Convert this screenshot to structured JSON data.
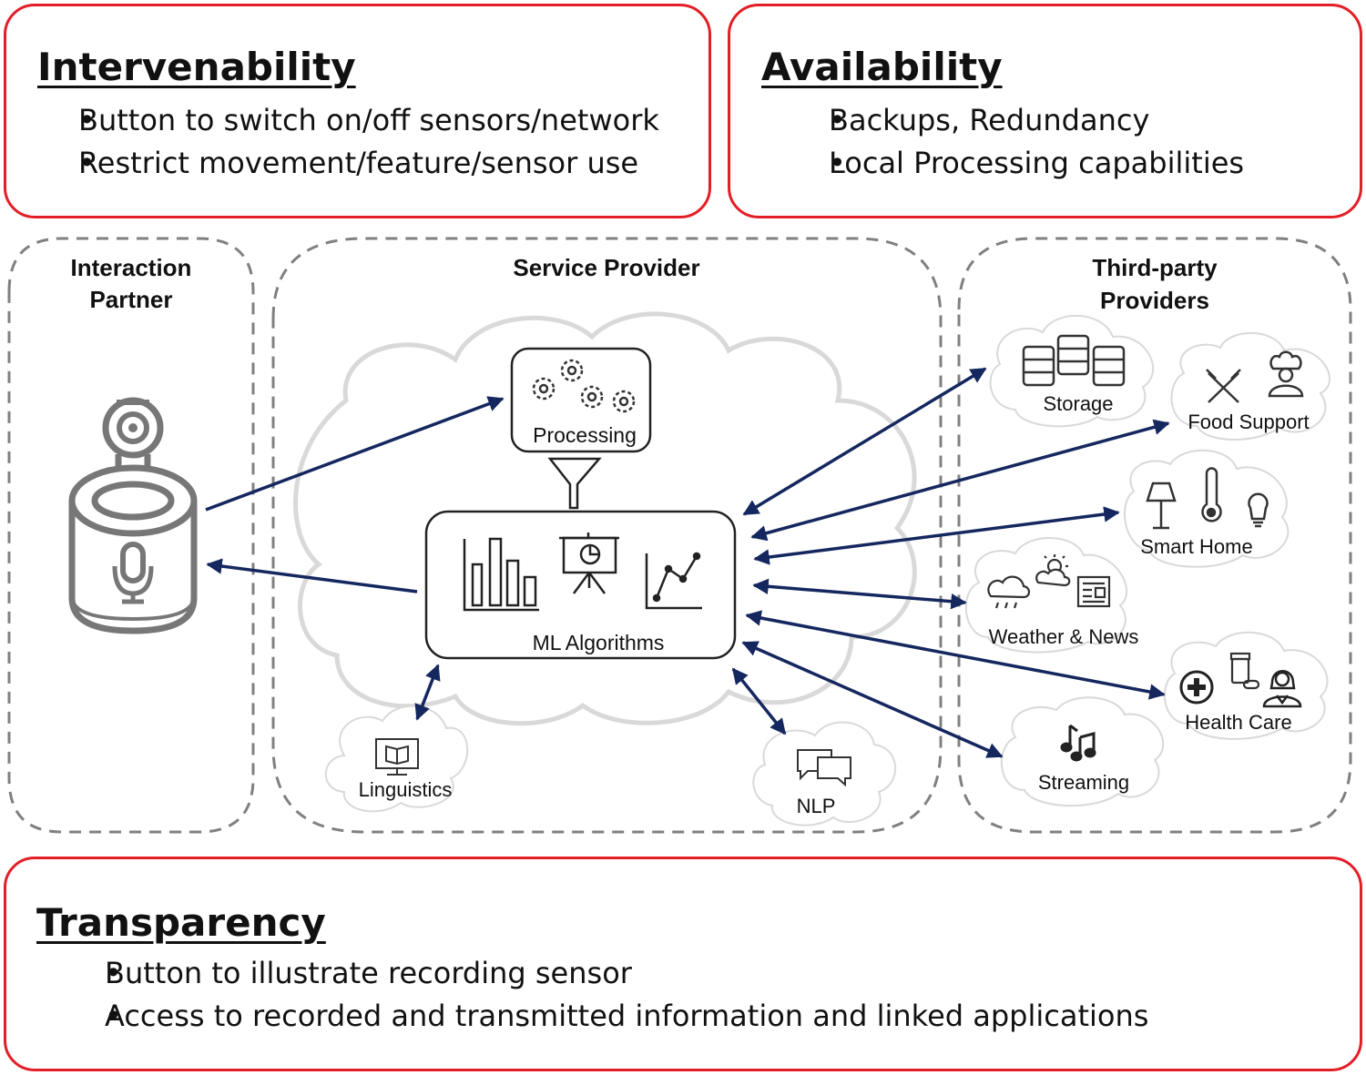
{
  "intervenability": {
    "title": "Intervenability",
    "items": [
      "Button to switch on/off sensors/network",
      "Restrict movement/feature/sensor use"
    ]
  },
  "availability": {
    "title": "Availability",
    "items": [
      "Backups, Redundancy",
      "Local Processing capabilities"
    ]
  },
  "transparency": {
    "title": "Transparency",
    "items": [
      "Button to illustrate recording sensor",
      "Access to recorded and transmitted information and linked applications"
    ]
  },
  "interaction_partner": {
    "title_line1": "Interaction",
    "title_line2": "Partner"
  },
  "service_provider": {
    "title": "Service Provider",
    "processing_label": "Processing",
    "ml_label": "ML Algorithms",
    "linguistics_label": "Linguistics",
    "nlp_label": "NLP"
  },
  "third_party": {
    "title_line1": "Third-party",
    "title_line2": "Providers",
    "storage_label": "Storage",
    "food_label": "Food Support",
    "smarthome_label": "Smart Home",
    "weather_label": "Weather & News",
    "health_label": "Health Care",
    "streaming_label": "Streaming"
  },
  "colors": {
    "box_border": "#e41e26",
    "arrow": "#15275f",
    "dashed_border": "#808080",
    "cloud_outline": "#d9d9d9",
    "icon": "#555555"
  }
}
